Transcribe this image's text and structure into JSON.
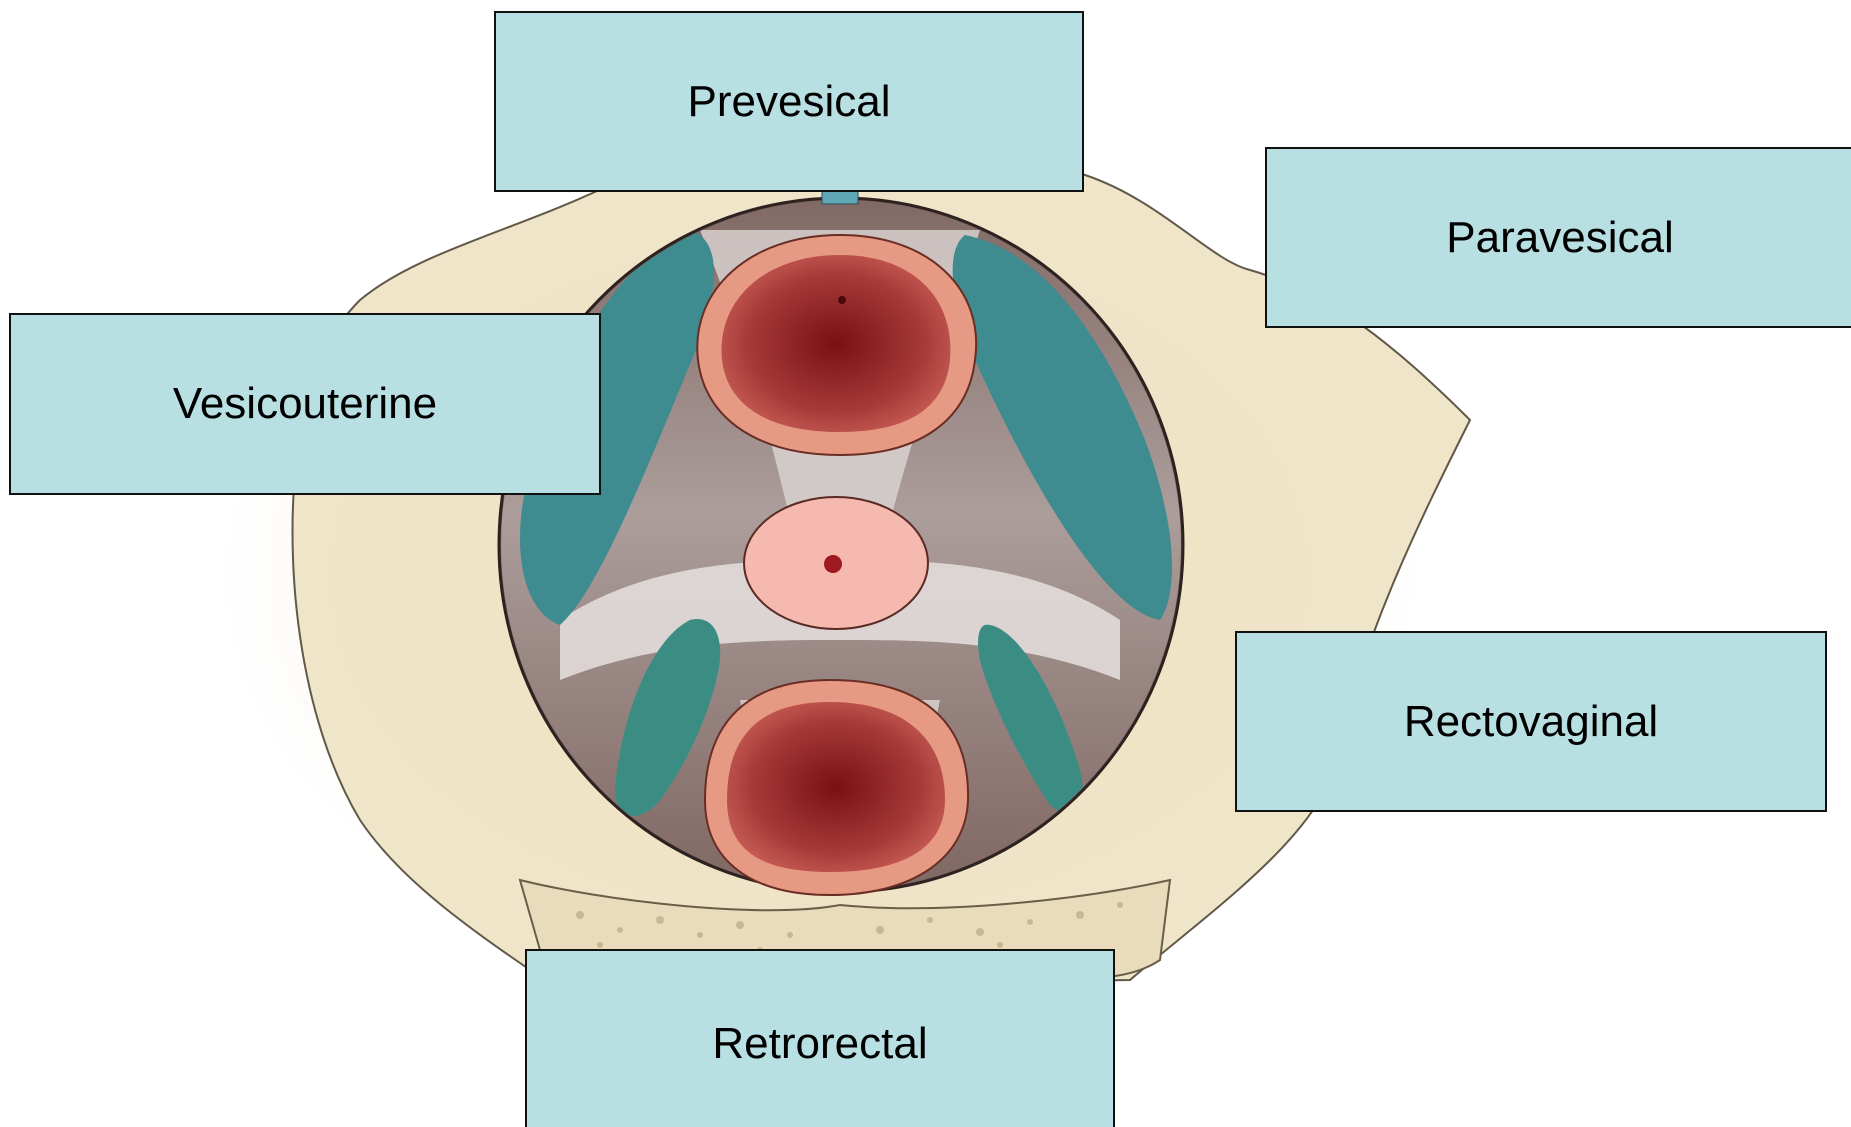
{
  "labels": {
    "prevesical": "Prevesical",
    "paravesical": "Paravesical",
    "vesicouterine": "Vesicouterine",
    "rectovaginal": "Rectovaginal",
    "retrorectal": "Retrorectal"
  },
  "colors": {
    "label_fill": "#b8dfe2",
    "label_border": "#111111",
    "pelvic_bone": "#efe4c4",
    "space_teal": "#3f8a8f",
    "fascia": "#d7d2d0",
    "organ_wall": "#e89a86",
    "organ_lumen": "#8b1f25",
    "vagina_pink": "#f5b5ae"
  }
}
